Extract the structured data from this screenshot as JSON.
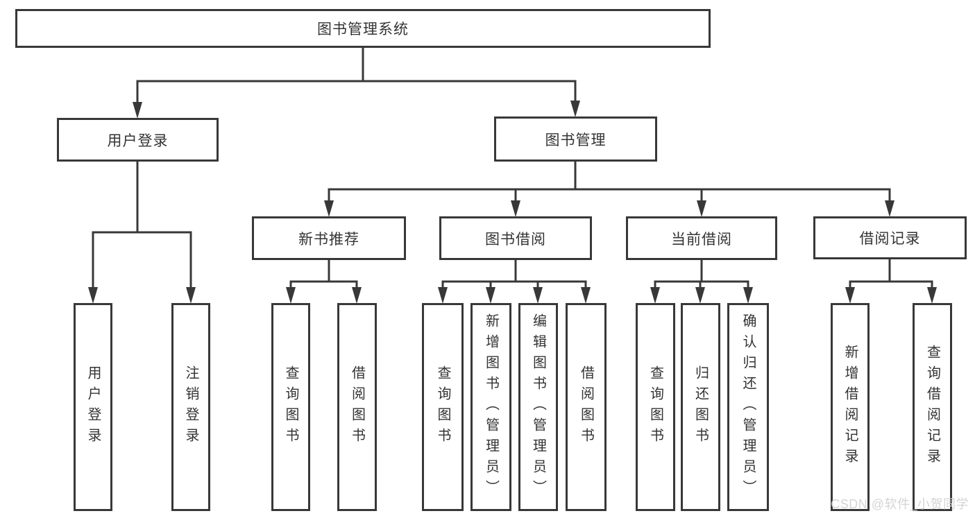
{
  "tree": {
    "root": "图书管理系统",
    "branches": [
      {
        "label": "用户登录",
        "children": [
          "用户登录",
          "注销登录"
        ]
      },
      {
        "label": "图书管理",
        "children": [
          {
            "label": "新书推荐",
            "children": [
              "查询图书",
              "借阅图书"
            ]
          },
          {
            "label": "图书借阅",
            "children": [
              "查询图书",
              "新增图书（管理员）",
              "编辑图书（管理员）",
              "借阅图书"
            ]
          },
          {
            "label": "当前借阅",
            "children": [
              "查询图书",
              "归还图书",
              "确认归还（管理员）"
            ]
          },
          {
            "label": "借阅记录",
            "children": [
              "新增借阅记录",
              "查询借阅记录"
            ]
          }
        ]
      }
    ]
  },
  "watermark": "CSDN @软件_小贺同学",
  "colors": {
    "line": "#383838",
    "text": "#333333",
    "watermark": "#d4d4d4",
    "background": "#ffffff"
  }
}
